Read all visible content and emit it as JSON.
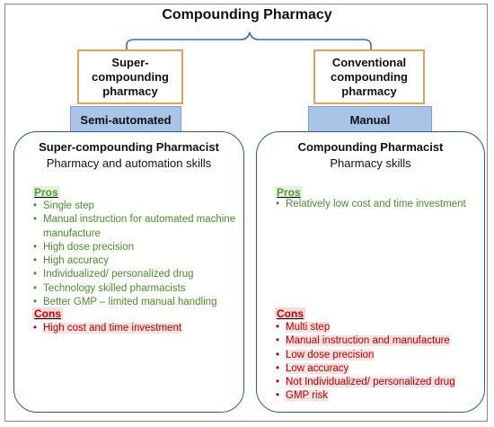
{
  "title": "Compounding Pharmacy",
  "left": {
    "type_label": "Super-compounding pharmacy",
    "mode": "Semi-automated",
    "role": "Super-compounding Pharmacist",
    "skills": "Pharmacy and automation skills",
    "pros_label": "Pros",
    "pros": [
      "Single step",
      "Manual instruction for automated machine manufacture",
      "High dose precision",
      "High accuracy",
      "Individualized/ personalized drug",
      "Technology skilled pharmacists",
      "Better GMP – limited manual handling"
    ],
    "cons_label": "Cons",
    "cons": [
      "High cost and time investment"
    ]
  },
  "right": {
    "type_label": "Conventional compounding pharmacy",
    "mode": "Manual",
    "role": "Compounding Pharmacist",
    "skills": "Pharmacy skills",
    "pros_label": "Pros",
    "pros": [
      "Relatively low cost and time investment"
    ],
    "cons_label": "Cons",
    "cons": [
      "Multi step",
      "Manual instruction and manufacture",
      "Low dose precision",
      "Low accuracy",
      "Not Individualized/ personalized drug",
      "GMP risk"
    ]
  },
  "colors": {
    "pros": "#4e8a2e",
    "cons": "#b30000",
    "mode_fill": "#a9c4e6",
    "type_border": "#d7a55e",
    "panel_border": "#2f5597"
  }
}
